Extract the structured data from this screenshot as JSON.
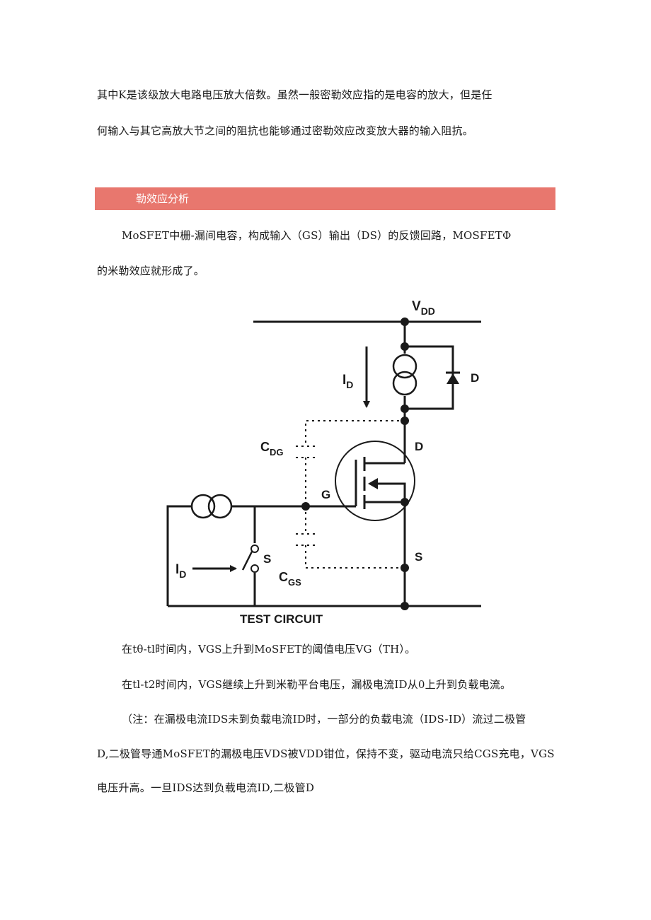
{
  "intro": {
    "line1": "其中K是该级放大电路电压放大倍数。虽然一般密勒效应指的是电容的放大，但是任",
    "line2": "何输入与其它高放大节之间的阻抗也能够通过密勒效应改变放大器的输入阻抗。"
  },
  "section": {
    "title": "勒效应分析"
  },
  "para1": {
    "line1": "MoSFET中栅-漏间电容，构成输入（GS）输出（DS）的反馈回路，MOSFETΦ",
    "line2": "的米勒效应就形成了。"
  },
  "circuit": {
    "vdd_main": "V",
    "vdd_sub": "DD",
    "id_top_main": "I",
    "id_top_sub": "D",
    "diode_label": "D",
    "cdg_main": "C",
    "cdg_sub": "DG",
    "drain_label": "D",
    "gate_label": "G",
    "switch_label": "S",
    "source_label": "S",
    "id_left_main": "I",
    "id_left_sub": "D",
    "cgs_main": "C",
    "cgs_sub": "GS",
    "caption": "TEST CIRCUIT"
  },
  "para2": "在tθ-tl时间内，VGS上升到MoSFET的阈值电压VG（TH）。",
  "para3": "在tl-t2时间内，VGS继续上升到米勒平台电压，漏极电流ID从0上升到负载电流。",
  "note": {
    "line1": "（注：在漏极电流IDS未到负载电流ID时，一部分的负载电流（IDS-ID）流过二极管",
    "line2": "D,二极管导通MoSFET的漏极电压VDS被VDD钳位，保持不变，驱动电流只给CGS充电，VGS",
    "line3": "电压升高。一旦IDS达到负载电流ID,二极管D"
  }
}
